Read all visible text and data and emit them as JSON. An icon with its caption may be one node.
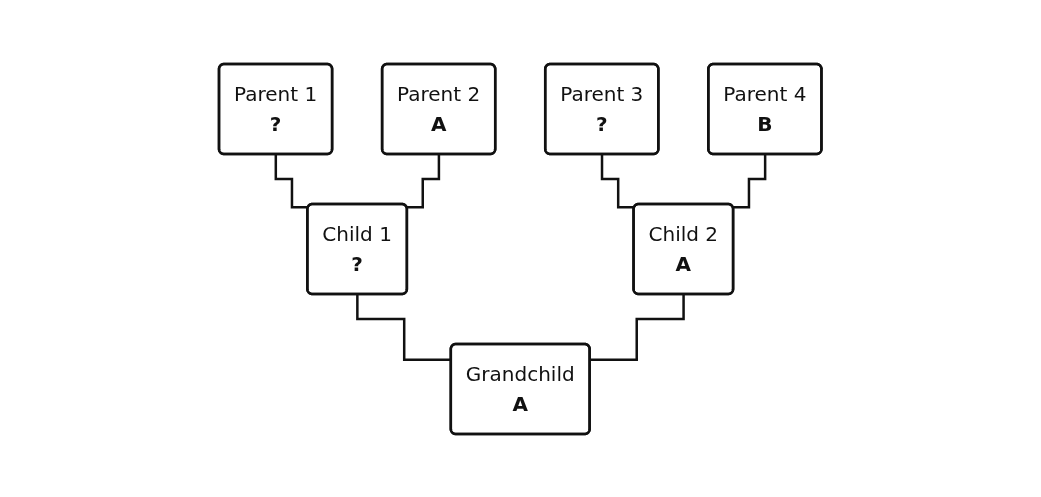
{
  "diagram": {
    "nodes": [
      {
        "text": [
          "Parent 1",
          "?"
        ]
      },
      {
        "text": [
          "Parent 2",
          "A"
        ]
      },
      {
        "text": [
          "Parent 3",
          "?"
        ]
      },
      {
        "text": [
          "Parent 4",
          "B"
        ]
      },
      {
        "text": [
          "Child 1",
          "?"
        ]
      },
      {
        "text": [
          "Child 2",
          "A"
        ]
      },
      {
        "text": [
          "Grandchild",
          "A"
        ]
      }
    ],
    "edges": [
      {
        "from": 0,
        "to": 4,
        "arrow": "none"
      },
      {
        "from": 1,
        "to": 4,
        "arrow": "none"
      },
      {
        "from": 2,
        "to": 5,
        "arrow": "none"
      },
      {
        "from": 3,
        "to": 5,
        "arrow": "none"
      },
      {
        "from": 4,
        "to": 6,
        "arrow": "none"
      },
      {
        "from": 5,
        "to": 6,
        "arrow": "none"
      }
    ]
  }
}
